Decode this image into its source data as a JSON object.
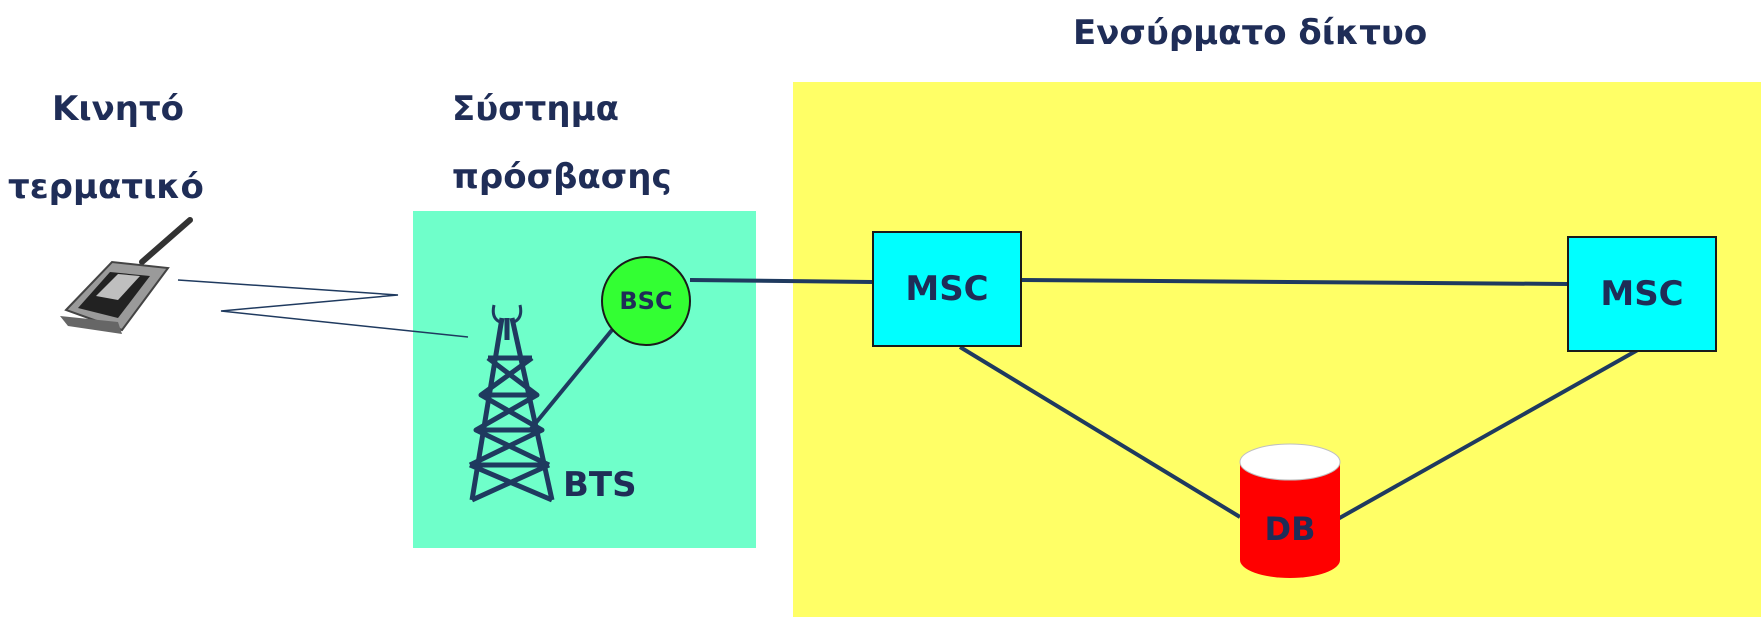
{
  "labels": {
    "mobile_terminal_line1": "Κινητό",
    "mobile_terminal_line2": "τερματικό",
    "access_system_line1": "Σύστημα",
    "access_system_line2": "πρόσβασης",
    "wired_network": "Ενσύρματο δίκτυο"
  },
  "nodes": {
    "bsc": "BSC",
    "bts": "BTS",
    "msc_left": "MSC",
    "msc_right": "MSC",
    "db": "DB"
  },
  "colors": {
    "access_zone": "#6fffca",
    "wired_zone": "#ffff66",
    "msc_fill": "#00ffff",
    "bsc_fill": "#33ff33",
    "db_fill": "#ff0000",
    "link": "#1f3a5f",
    "text": "#1f2d57"
  },
  "icons": {
    "handset": "mobile-phone-icon",
    "tower": "antenna-tower-icon"
  }
}
